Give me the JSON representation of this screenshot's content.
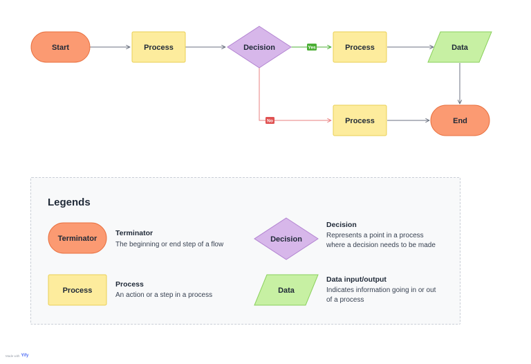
{
  "flow": {
    "start": "Start",
    "process1": "Process",
    "decision": "Decision",
    "yes": "Yes",
    "no": "No",
    "process2": "Process",
    "data": "Data",
    "process3": "Process",
    "end": "End"
  },
  "legend": {
    "title": "Legends",
    "terminator_shape": "Terminator",
    "terminator_title": "Terminator",
    "terminator_desc": "The beginning or end step of a flow",
    "process_shape": "Process",
    "process_title": "Process",
    "process_desc": "An action or a step in a process",
    "decision_shape": "Decision",
    "decision_title": "Decision",
    "decision_desc_1": "Represents a point in a process",
    "decision_desc_2": "where a decision needs to be made",
    "data_shape": "Data",
    "data_title": "Data input/output",
    "data_desc_1": "Indicates information going in or out",
    "data_desc_2": "of a process"
  },
  "footer": {
    "made_with": "Made with",
    "brand": "Yify"
  },
  "colors": {
    "terminator_fill": "#fb9a72",
    "terminator_stroke": "#e8703f",
    "process_fill": "#fdec9d",
    "process_stroke": "#e9cf55",
    "decision_fill": "#d7b7ea",
    "decision_stroke": "#b283d1",
    "data_fill": "#c7f0a3",
    "data_stroke": "#8ad05c",
    "yes_badge": "#4caf35",
    "no_badge": "#e05252",
    "no_line": "#ea7f7f"
  }
}
